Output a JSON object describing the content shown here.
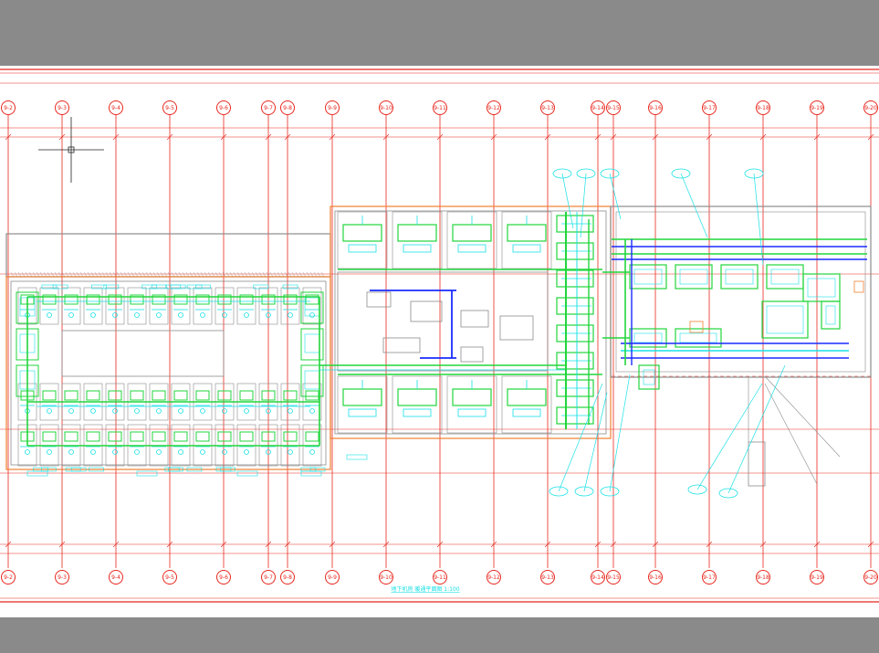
{
  "drawing": {
    "colors": {
      "background": "#8a8a8a",
      "sheet": "#ffffff",
      "axis_red": "#e8281e",
      "cyan": "#18e0e6",
      "green": "#22d63c",
      "blue": "#1a2cff",
      "gray": "#8c8c8c",
      "orange": "#f08030"
    },
    "axes": [
      "9-2",
      "9-3",
      "9-4",
      "9-5",
      "9-6",
      "9-7",
      "9-8",
      "9-9",
      "9-10",
      "9-11",
      "9-12",
      "9-13",
      "9-14",
      "9-15",
      "9-16",
      "9-17",
      "9-18",
      "9-19",
      "9-20"
    ],
    "title": "地下机房 暖通平面图 1:100",
    "cursor_icon": "crosshair-icon"
  }
}
